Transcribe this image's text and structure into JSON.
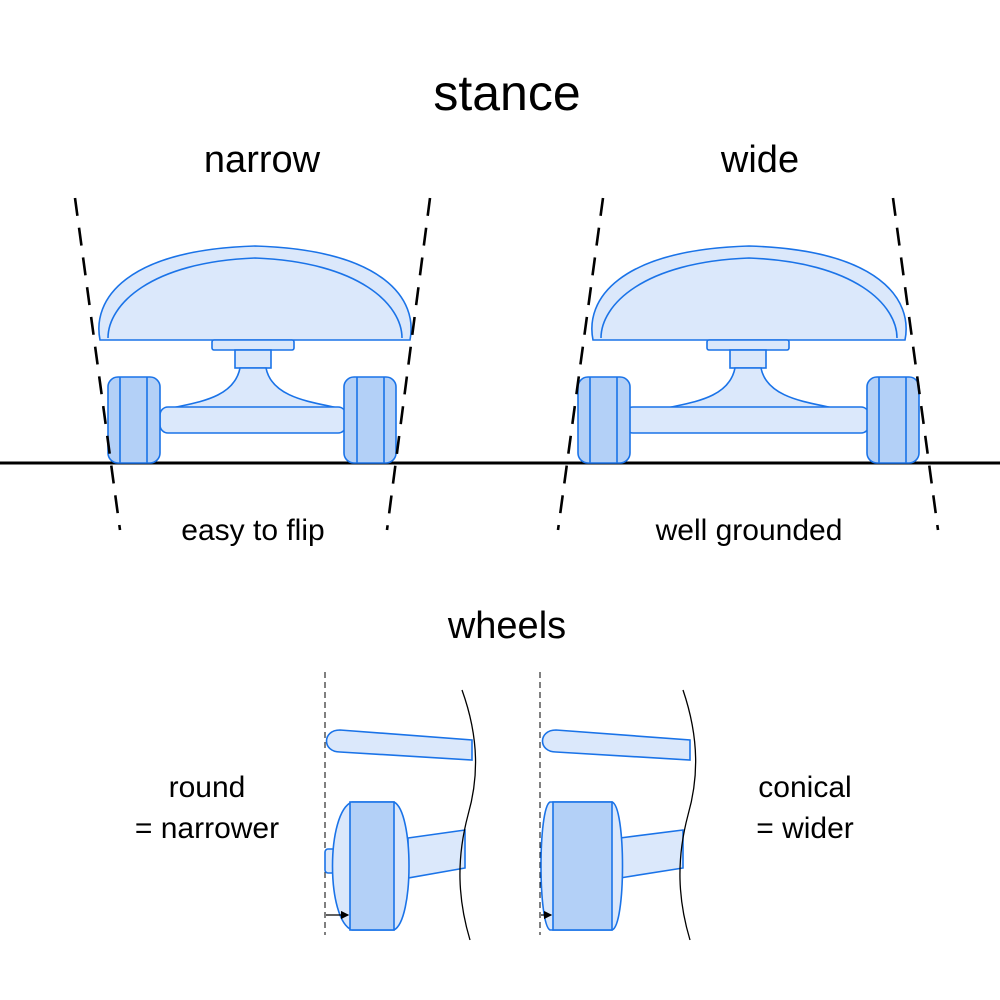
{
  "stance": {
    "title": "stance",
    "narrow": {
      "label": "narrow",
      "caption": "easy to flip"
    },
    "wide": {
      "label": "wide",
      "caption": "well grounded"
    }
  },
  "wheels": {
    "title": "wheels",
    "round": {
      "line1": "round",
      "line2": "= narrower"
    },
    "conical": {
      "line1": "conical",
      "line2": "= wider"
    }
  },
  "colors": {
    "light_fill": "#dbe8fb",
    "dark_fill": "#b3d0f7",
    "outline": "#1a73e8",
    "ink": "#000000"
  }
}
